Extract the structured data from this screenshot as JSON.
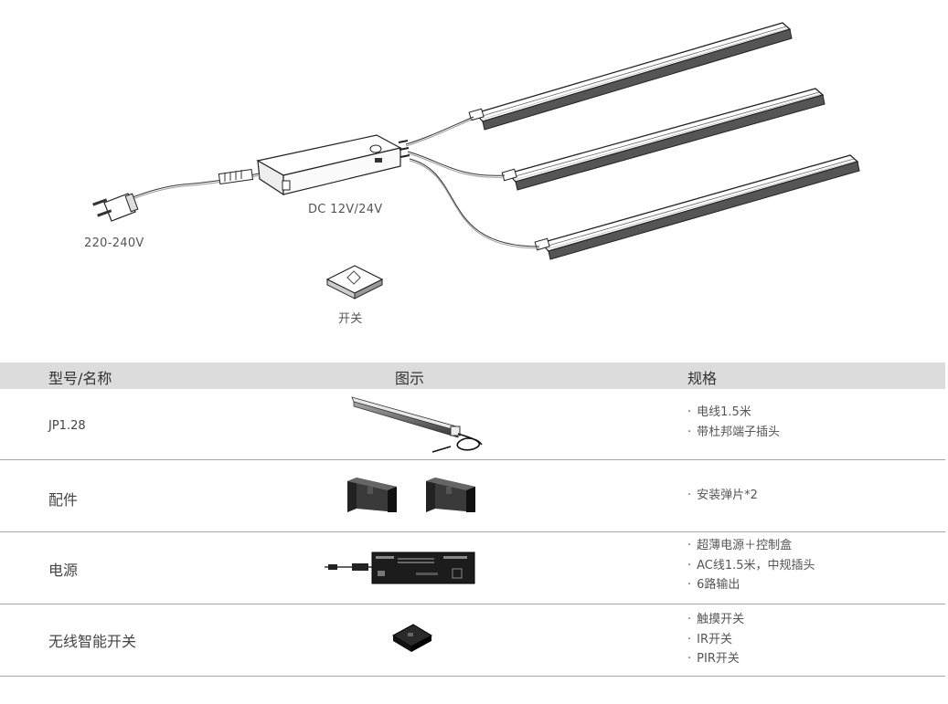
{
  "diagram": {
    "ac_label": "220-240V",
    "dc_label": "DC 12V/24V",
    "switch_label": "开关"
  },
  "table": {
    "headers": {
      "model": "型号/名称",
      "picture": "图示",
      "spec": "规格"
    },
    "rows": [
      {
        "name": "JP1.28",
        "picture_icon": "led-strip-icon",
        "specs": [
          "电线1.5米",
          "带杜邦端子插头"
        ]
      },
      {
        "name": "配件",
        "picture_icon": "mounting-clip-icon",
        "specs": [
          "安装弹片*2"
        ]
      },
      {
        "name": "电源",
        "picture_icon": "power-supply-icon",
        "specs": [
          "超薄电源＋控制盒",
          "AC线1.5米，中规插头",
          "6路输出"
        ]
      },
      {
        "name": "无线智能开关",
        "picture_icon": "wireless-switch-icon",
        "specs": [
          "触摸开关",
          "IR开关",
          "PIR开关"
        ]
      }
    ]
  }
}
